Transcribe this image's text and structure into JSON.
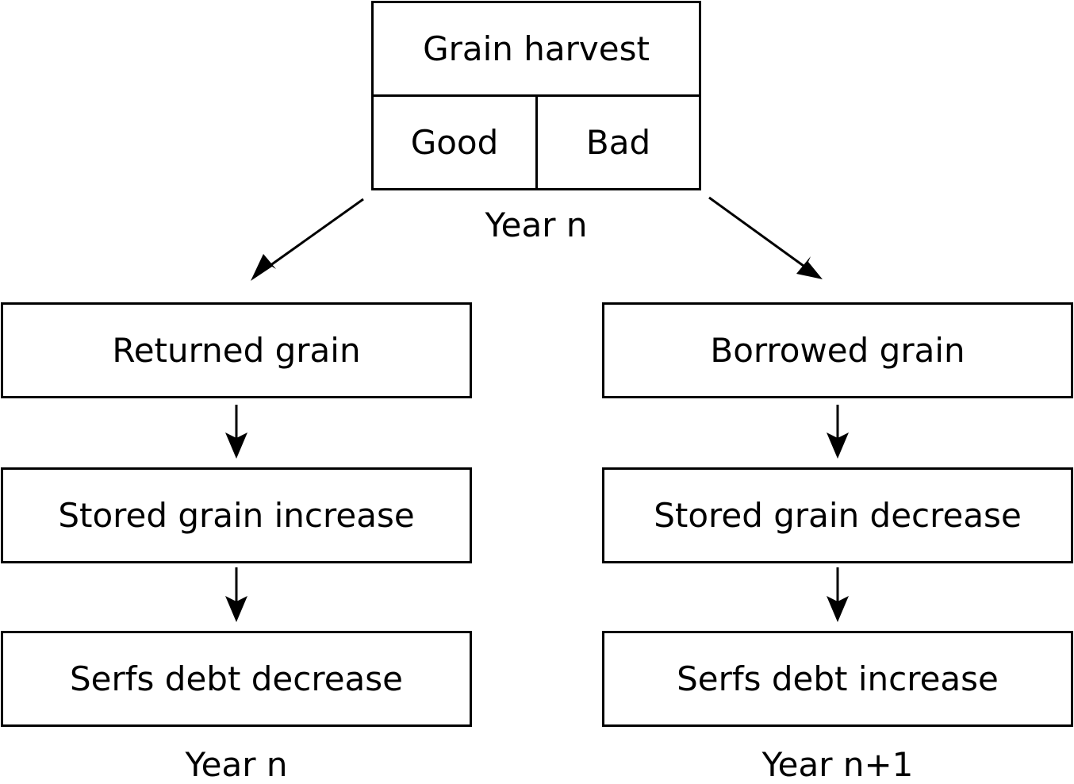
{
  "top": {
    "title": "Grain harvest",
    "good": "Good",
    "bad": "Bad",
    "year": "Year n"
  },
  "left_column": {
    "boxes": [
      "Returned grain",
      "Stored grain increase",
      "Serfs debt decrease"
    ],
    "year": "Year n"
  },
  "right_column": {
    "boxes": [
      "Borrowed grain",
      "Stored grain decrease",
      "Serfs debt increase"
    ],
    "year": "Year n+1"
  },
  "colors": {
    "stroke": "#000000",
    "background": "#ffffff"
  }
}
